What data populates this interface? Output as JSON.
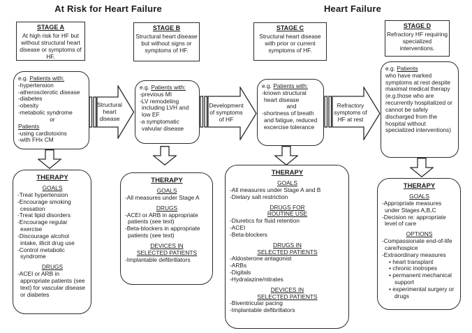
{
  "headings": {
    "left": "At Risk for Heart Failure",
    "right": "Heart Failure"
  },
  "stages": [
    {
      "title": "STAGE A",
      "description": "At high risk for HF but without structural heart disease or symptoms of HF."
    },
    {
      "title": "STAGE B",
      "description": "Structural heart disease but without signs or symptoms of HF."
    },
    {
      "title": "STAGE C",
      "description": "Structural heart disease with prior or current symptoms of HF."
    },
    {
      "title": "STAGE D",
      "description": "Refractory HF requiring specialized interventions."
    }
  ],
  "patient_boxes": [
    {
      "prefix": "e.g.",
      "heading": "Patients with:",
      "items": [
        "-hypertension",
        "-atherosclerotic disease",
        "-diabetes",
        "-obesity",
        "-metabolic syndrome",
        "or"
      ],
      "subheading": "Patients",
      "items2": [
        "-using cardiotoxins",
        "-with FHx CM"
      ]
    },
    {
      "prefix": "e.g.",
      "heading": "Patients with:",
      "items": [
        "-previous MI",
        "-LV remodeling including LVH and low EF",
        "-a symptomatic valvular disease"
      ]
    },
    {
      "prefix": "e.g.",
      "heading": "Patients with:",
      "items": [
        "-known structural heart disease",
        "and",
        "-shortness of breath and fatigue, reduced excercise tolerance"
      ]
    },
    {
      "prefix": "e.g.",
      "heading": "Patients",
      "items": [
        "who have marked symptoms at rest despite maximal medical therapy (e.g.those who are recurrently hospitalized or cannot be safely discharged from the hospital without specialized interventions)"
      ]
    }
  ],
  "transitions": [
    {
      "label": "Structural\nheart\ndisease"
    },
    {
      "label": "Development\nof symptoms\nof HF"
    },
    {
      "label": "Refractory\nsymptoms of\nHF at rest"
    }
  ],
  "therapy_boxes": [
    {
      "title": "THERAPY",
      "sections": [
        {
          "heading": "GOALS",
          "items": [
            "-Treat hypertension",
            "-Encourage smoking cessation",
            "-Treat lipid disorders",
            "-Encourage regular exercise",
            "-Discourage alcohol intake, illicit drug use",
            "-Control metabolic syndrome"
          ]
        },
        {
          "heading": "DRUGS",
          "items": [
            "-ACEI or ARB in appropriate patients (see text) for vascular disease or diabetes"
          ]
        }
      ]
    },
    {
      "title": "THERAPY",
      "sections": [
        {
          "heading": "GOALS",
          "items": [
            "-All measures under Stage A"
          ]
        },
        {
          "heading": "DRUGS",
          "items": [
            "-ACEI or ARB in appropriate patients (see text)",
            "-Beta-blockers in appropriate patients (see text)"
          ]
        },
        {
          "heading": "DEVICES IN\nSELECTED PATIENTS",
          "items": [
            "-Implantable defibrillators"
          ]
        }
      ]
    },
    {
      "title": "THERAPY",
      "sections": [
        {
          "heading": "GOALS",
          "items": [
            "-All measures under Stage A and B",
            "-Dietary salt restriction"
          ]
        },
        {
          "heading": "DRUGS FOR\nROUTINE USE",
          "items": [
            "-Diuretics for fluid retention",
            "-ACEI",
            "-Beta-blockers"
          ]
        },
        {
          "heading": "DRUGS IN\nSELECTED PATIENTS",
          "items": [
            "-Aldosterone antagonist",
            "-ARBs",
            "-Digitals",
            "-Hydralazine/nitrates"
          ]
        },
        {
          "heading": "DEVICES IN\nSELECTED PATIENTS",
          "items": [
            "-Biventricular pacing",
            "-Implantable defibrillators"
          ]
        }
      ]
    },
    {
      "title": "THERAPY",
      "sections": [
        {
          "heading": "GOALS",
          "items": [
            "-Appropriate measures under Stages A,B,C",
            "-Decision re: appropriate level of care"
          ]
        },
        {
          "heading": "OPTIONS",
          "items": [
            "-Compassionate end-of-life care/hospice",
            "-Extraordinary measures",
            "• heart transplant",
            "• chronic inotropes",
            "• permanent mechanical support",
            "• experimental surgery or drugs"
          ]
        }
      ]
    }
  ]
}
